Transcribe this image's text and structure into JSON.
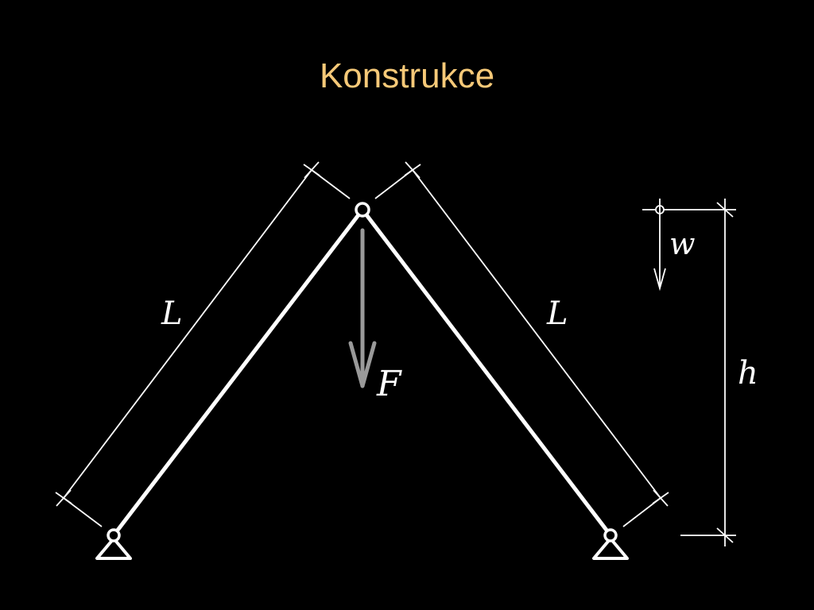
{
  "slide": {
    "title": "Konstrukce"
  },
  "diagram": {
    "labels": {
      "left_length": "L",
      "right_length": "L",
      "force": "F",
      "deflection": "w",
      "height": "h"
    },
    "colors": {
      "background": "#000000",
      "title": "#f6c978",
      "lines": "#ffffff",
      "force_arrow": "#9a9a9a"
    }
  }
}
